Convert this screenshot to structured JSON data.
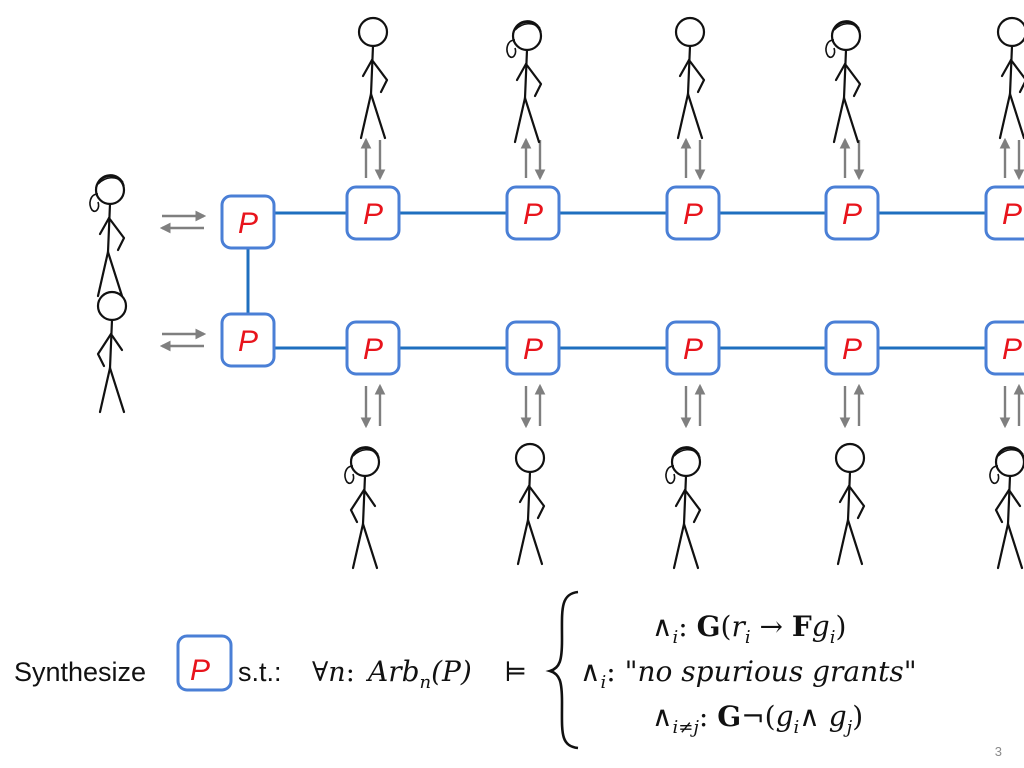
{
  "diagram": {
    "node_label": "P",
    "colors": {
      "node_border": "#4a7fd6",
      "wire": "#1f6fbf",
      "arrow": "#7f7f7f",
      "p_text": "#e8141c"
    }
  },
  "formula": {
    "synthesize": "Synthesize",
    "box_label": "P",
    "st": "s.t.: ",
    "forall": "∀",
    "n": "n",
    "colon": ": ",
    "arb": "Arb",
    "arb_sub": "n",
    "arg": "(P)",
    "models": "⊨",
    "line1": {
      "and": "∧",
      "sub": "i",
      "colon": ": ",
      "G": "G",
      "open": "(",
      "r": "r",
      "rsub": "i",
      "arrow": " → ",
      "F": "F",
      "g": "g",
      "gsub": "i",
      "close": ")"
    },
    "line2": {
      "and": "∧",
      "sub": "i",
      "colon": ": ",
      "text": "\"no spurious grants\""
    },
    "line3": {
      "and": "∧",
      "sub": "i≠j",
      "colon": ": ",
      "G": "G",
      "neg": "¬(",
      "g1": "g",
      "g1sub": "i",
      "and2": "∧ ",
      "g2": "g",
      "g2sub": "j",
      "close": ")"
    }
  },
  "page_number": "3"
}
